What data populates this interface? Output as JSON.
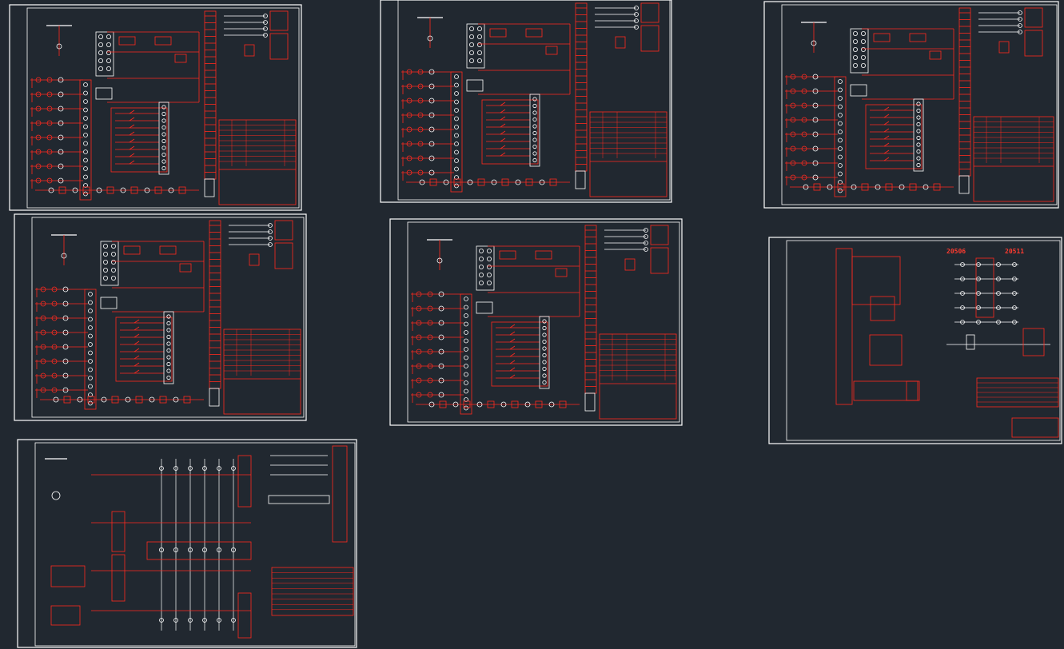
{
  "canvas": {
    "background": "#212830",
    "frame_color": "#ffffff",
    "line_color": "#ff2a1f"
  },
  "sheets": [
    {
      "id": "sheet-1",
      "title": ""
    },
    {
      "id": "sheet-2",
      "title": ""
    },
    {
      "id": "sheet-3",
      "title": ""
    },
    {
      "id": "sheet-4",
      "title": ""
    },
    {
      "id": "sheet-5",
      "title": ""
    },
    {
      "id": "sheet-6",
      "title": "",
      "labels": [
        "20506",
        "20511"
      ]
    },
    {
      "id": "sheet-7",
      "title": ""
    }
  ]
}
